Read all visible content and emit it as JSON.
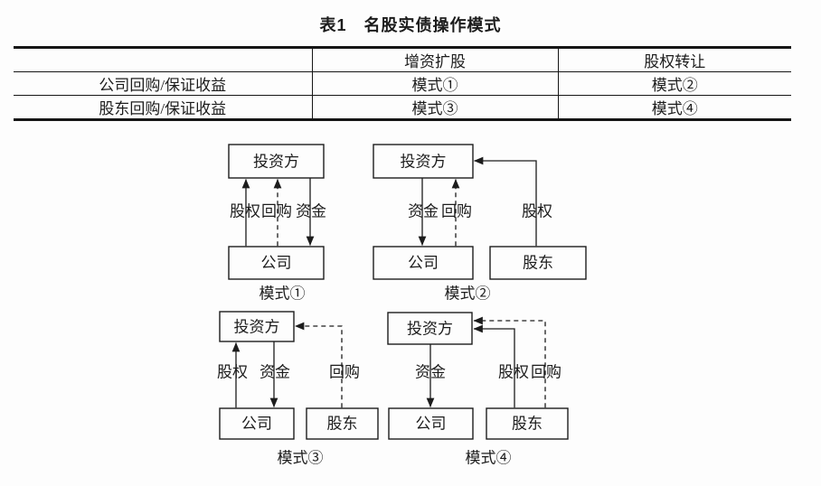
{
  "colors": {
    "background": "#fdfdfd",
    "ink": "#1c1c1c"
  },
  "table": {
    "title": "表1　名股实债操作模式",
    "headers": {
      "col1": "",
      "col2": "增资扩股",
      "col3": "股权转让"
    },
    "rows": [
      {
        "label": "公司回购/保证收益",
        "capital_increase": "模式①",
        "equity_transfer": "模式②"
      },
      {
        "label": "股东回购/保证收益",
        "capital_increase": "模式③",
        "equity_transfer": "模式④"
      }
    ]
  },
  "figure": {
    "mode1": {
      "caption": "模式①",
      "nodes": {
        "investor": "投资方",
        "company": "公司"
      },
      "labels": {
        "equity": "股权",
        "repurchase": "回购",
        "funds": "资金"
      }
    },
    "mode2": {
      "caption": "模式②",
      "nodes": {
        "investor": "投资方",
        "company": "公司",
        "shareholder": "股东"
      },
      "labels": {
        "funds": "资金",
        "repurchase": "回购",
        "equity": "股权"
      }
    },
    "mode3": {
      "caption": "模式③",
      "nodes": {
        "investor": "投资方",
        "company": "公司",
        "shareholder": "股东"
      },
      "labels": {
        "equity": "股权",
        "funds": "资金",
        "repurchase": "回购"
      }
    },
    "mode4": {
      "caption": "模式④",
      "nodes": {
        "investor": "投资方",
        "company": "公司",
        "shareholder": "股东"
      },
      "labels": {
        "funds": "资金",
        "equity": "股权",
        "repurchase": "回购"
      }
    }
  }
}
